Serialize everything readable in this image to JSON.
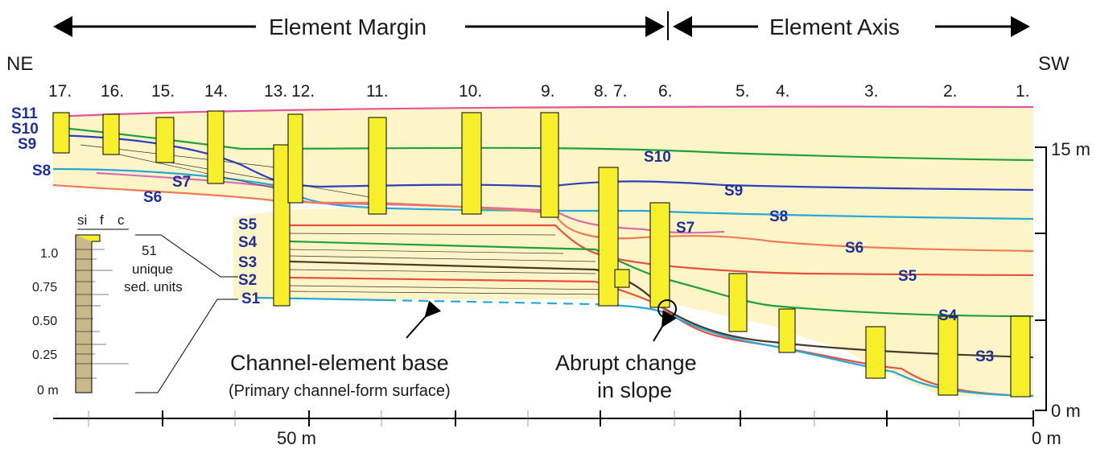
{
  "headers": {
    "margin": "Element Margin",
    "axis": "Element Axis"
  },
  "orientation": {
    "left": "NE",
    "right": "SW"
  },
  "sections": [
    "17.",
    "16.",
    "15.",
    "14.",
    "13.",
    "12.",
    "11.",
    "10.",
    "9.",
    "8.",
    "7.",
    "6.",
    "5.",
    "4.",
    "3.",
    "2.",
    "1."
  ],
  "surfaces": [
    "S1",
    "S2",
    "S3",
    "S4",
    "S5",
    "S6",
    "S7",
    "S8",
    "S9",
    "S10",
    "S11"
  ],
  "surface_colors": {
    "S11": "#e0559e",
    "S10": "#22a03a",
    "S9": "#2f3fbf",
    "S8": "#27a7d8",
    "S7": "#d66fb0",
    "S6": "#ef7b55",
    "S5": "#e8503f",
    "S4": "#22a03a",
    "S3": "#4a3a2a",
    "S2": "#e8503f",
    "S1": "#27a7d8"
  },
  "annotations": {
    "base_title": "Channel-element base",
    "base_sub": "(Primary channel-form surface)",
    "slope_line1": "Abrupt change",
    "slope_line2": "in slope"
  },
  "legend": {
    "grain_labels": [
      "si",
      "f",
      "c"
    ],
    "ticks": [
      "1.0",
      "0.75",
      "0.50",
      "0.25",
      "0 m"
    ],
    "note": [
      "51",
      "unique",
      "sed. units"
    ]
  },
  "vertical_scale": {
    "top": "15 m",
    "bottom": "0 m"
  },
  "horizontal_scale": {
    "left": "50 m",
    "right": "0 m"
  },
  "colors": {
    "fill": "#fdf5c8",
    "column": "#f6ef2a",
    "outline": "#000000",
    "surface_label": "#1f2f9a"
  }
}
